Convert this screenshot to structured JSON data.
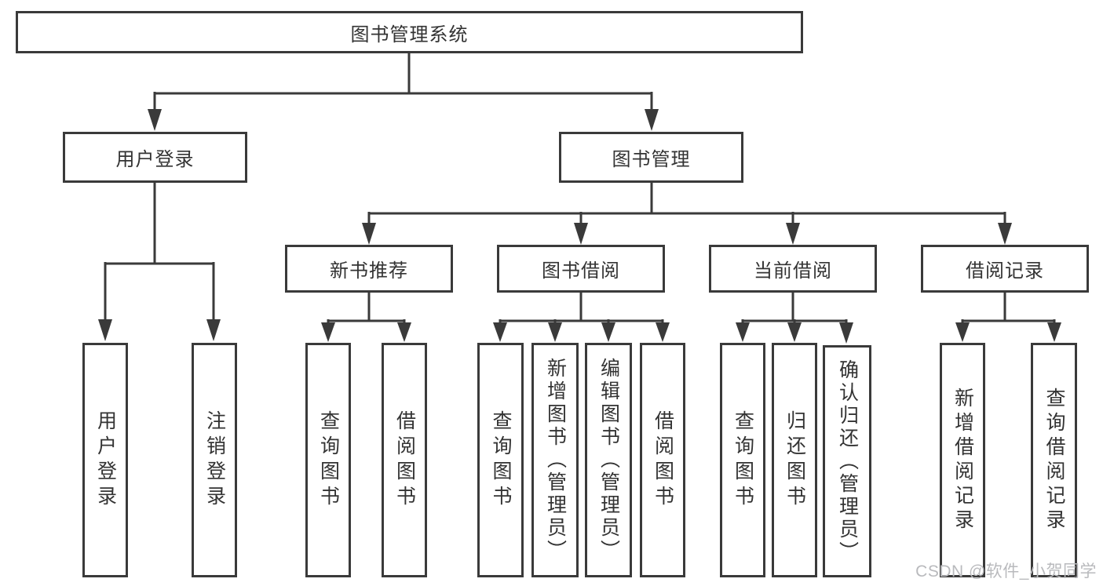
{
  "diagram": {
    "root": {
      "label": "图书管理系统"
    },
    "level2": {
      "user_login": {
        "label": "用户登录"
      },
      "book_mgmt": {
        "label": "图书管理"
      }
    },
    "level3": {
      "new_books": {
        "label": "新书推荐"
      },
      "borrow": {
        "label": "图书借阅"
      },
      "current": {
        "label": "当前借阅"
      },
      "records": {
        "label": "借阅记录"
      }
    },
    "leaves": {
      "user_login": {
        "label": "用户登录"
      },
      "logout": {
        "label": "注销登录"
      },
      "nb_query": {
        "label": "查询图书"
      },
      "nb_borrow": {
        "label": "借阅图书"
      },
      "bb_query": {
        "label": "查询图书"
      },
      "bb_add": {
        "label": "新增图书（管理员）"
      },
      "bb_edit": {
        "label": "编辑图书（管理员）"
      },
      "bb_borrow": {
        "label": "借阅图书"
      },
      "cb_query": {
        "label": "查询图书"
      },
      "cb_return": {
        "label": "归还图书"
      },
      "cb_confirm": {
        "label": "确认归还（管理员）"
      },
      "br_add": {
        "label": "新增借阅记录"
      },
      "br_query": {
        "label": "查询借阅记录"
      }
    }
  },
  "watermark": {
    "text": "CSDN @软件_小贺同学"
  },
  "colors": {
    "line": "#3a3a3a",
    "text": "#333333",
    "watermark": "#b9babd",
    "background": "#ffffff"
  }
}
